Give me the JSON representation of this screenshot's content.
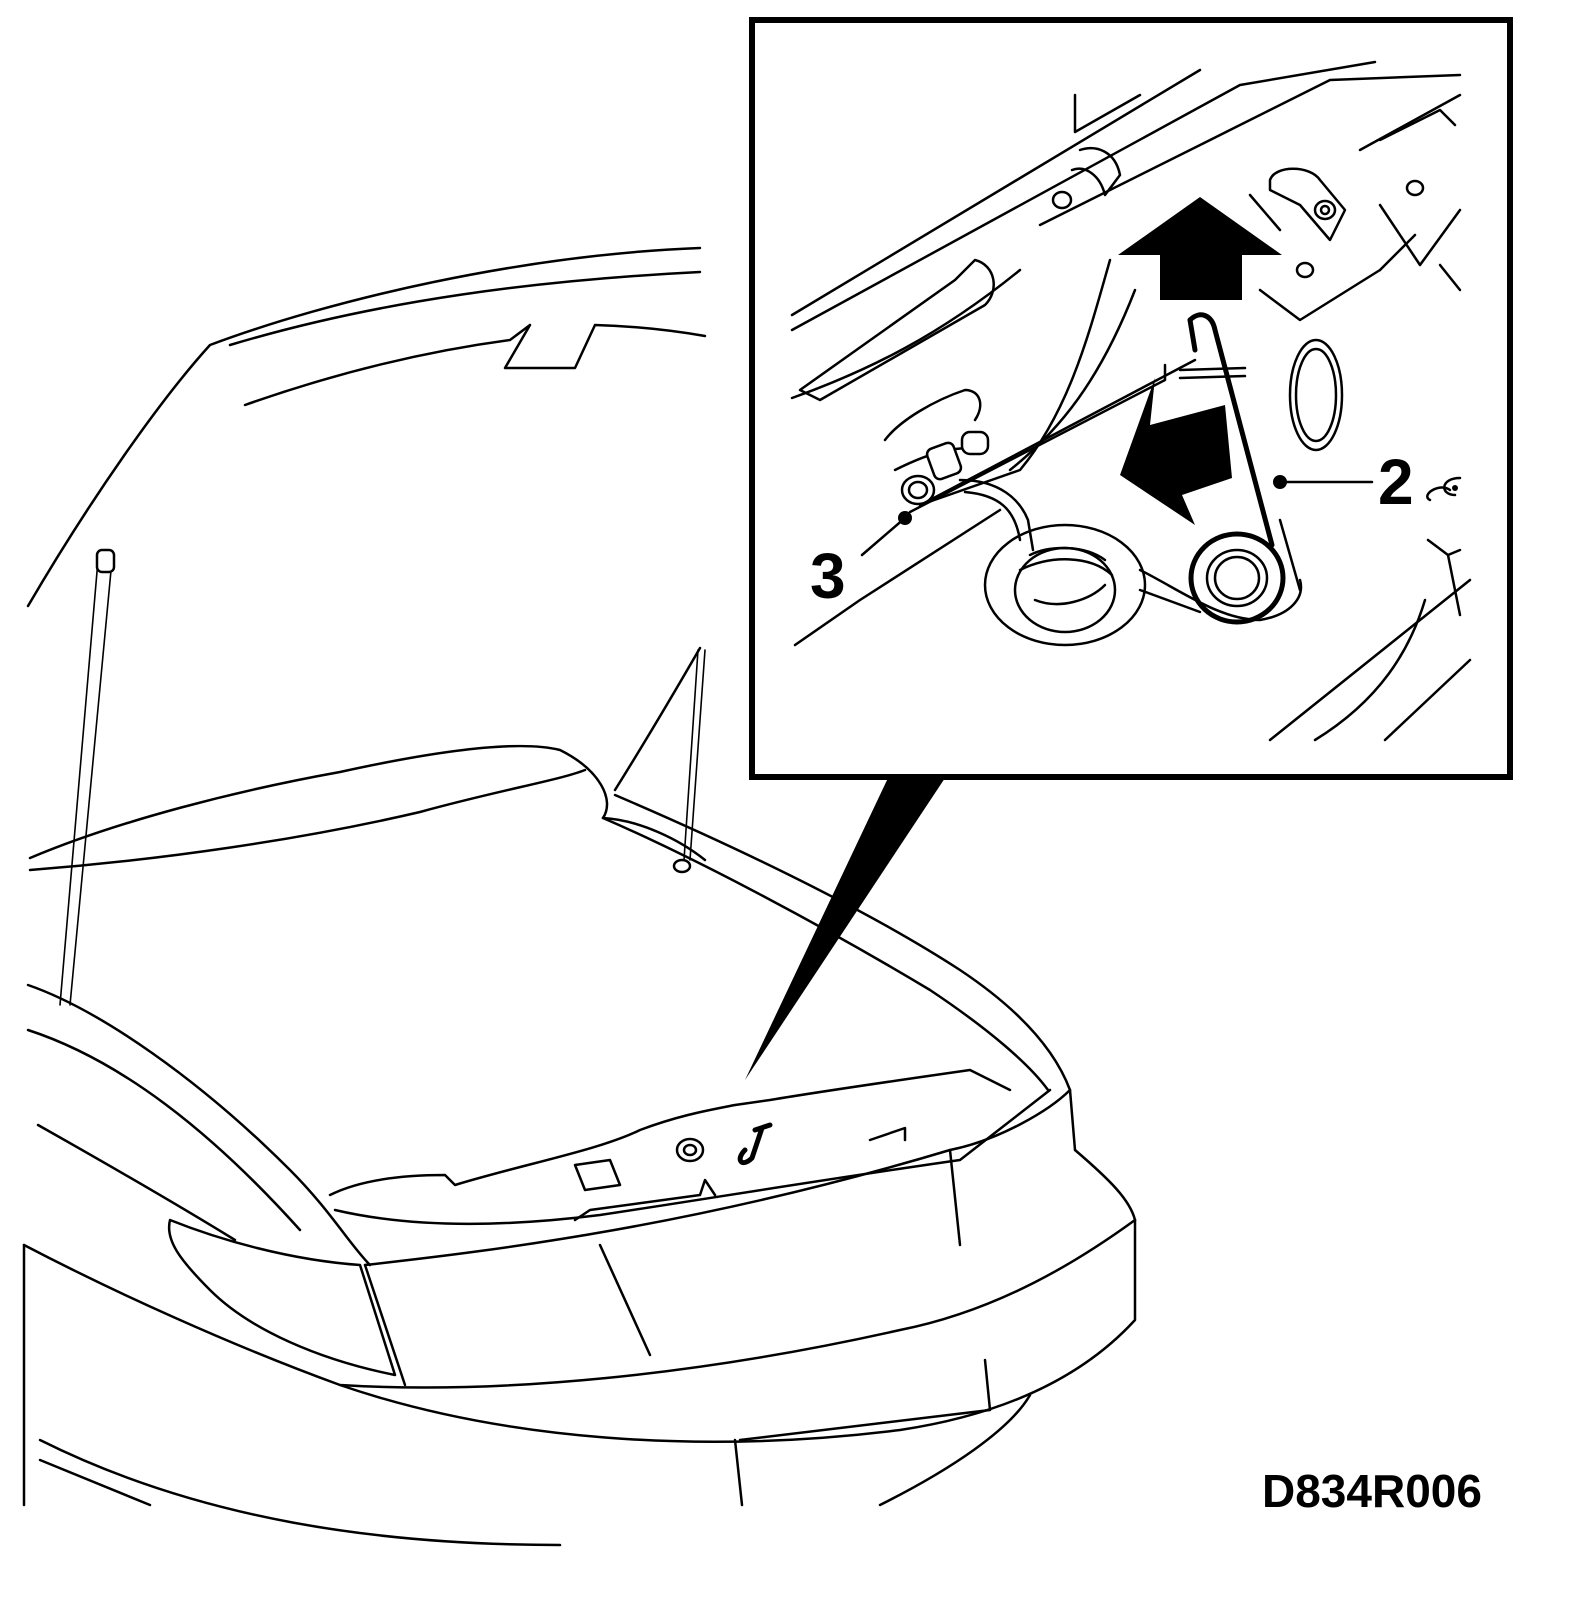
{
  "figure": {
    "code": "D834R006"
  },
  "callouts": [
    {
      "label": "2",
      "part": "hood-latch-wire-spring"
    },
    {
      "label": "3",
      "part": "hood-prop-rod-clip"
    }
  ],
  "arrows": [
    {
      "name": "lift-up-arrow",
      "direction": "up"
    },
    {
      "name": "pull-arrow",
      "direction": "down-left"
    }
  ],
  "colors": {
    "line": "#000000",
    "background": "#ffffff"
  }
}
